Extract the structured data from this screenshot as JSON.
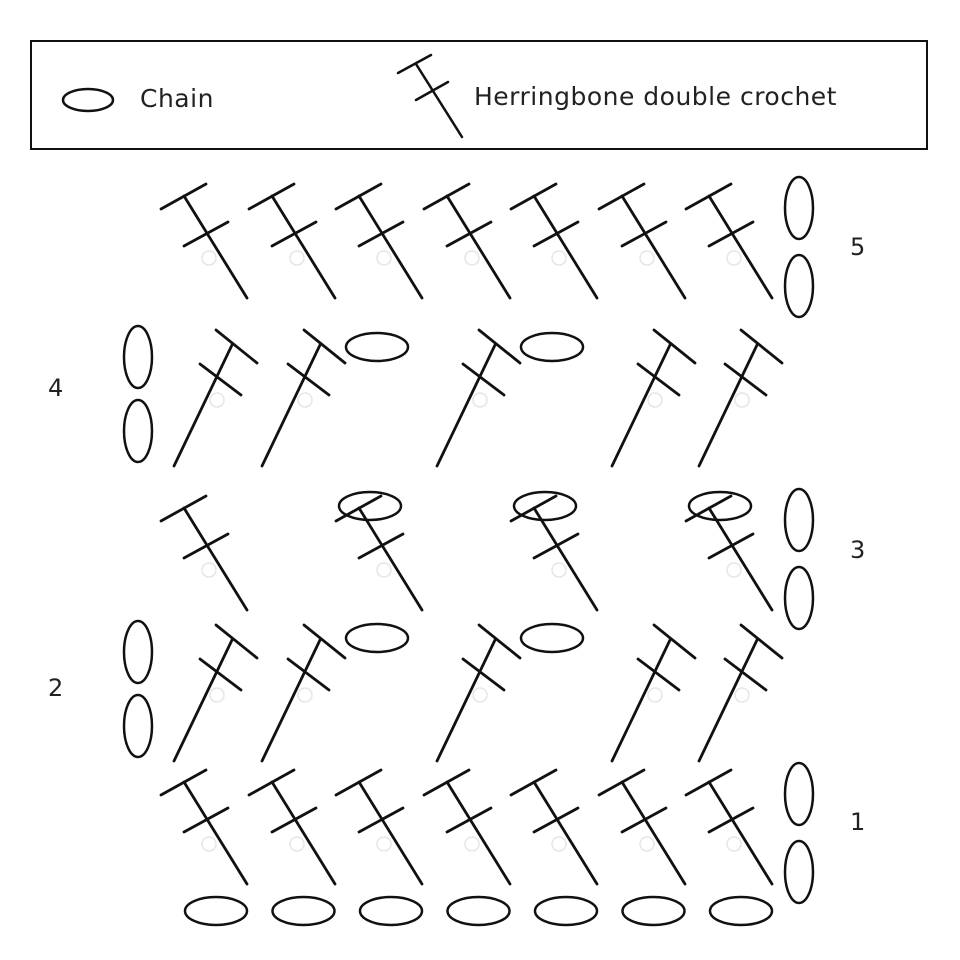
{
  "legend": {
    "items": [
      {
        "symbol": "chain-oval",
        "label": "Chain"
      },
      {
        "symbol": "herringbone-double-crochet",
        "label": "Herringbone double crochet"
      }
    ]
  },
  "rows": [
    {
      "number": "1",
      "label_side": "right",
      "turning_chains": 2,
      "stitches": [
        "hdc",
        "hdc",
        "hdc",
        "hdc",
        "hdc",
        "hdc",
        "hdc"
      ]
    },
    {
      "number": "2",
      "label_side": "left",
      "turning_chains": 2,
      "stitches": [
        "hdc",
        "hdc",
        "ch",
        "hdc",
        "ch",
        "hdc",
        "hdc"
      ]
    },
    {
      "number": "3",
      "label_side": "right",
      "turning_chains": 2,
      "stitches": [
        "hdc",
        "ch",
        "hdc",
        "ch",
        "hdc",
        "ch",
        "hdc"
      ]
    },
    {
      "number": "4",
      "label_side": "left",
      "turning_chains": 2,
      "stitches": [
        "hdc",
        "hdc",
        "ch",
        "hdc",
        "ch",
        "hdc",
        "hdc"
      ]
    },
    {
      "number": "5",
      "label_side": "right",
      "turning_chains": 2,
      "stitches": [
        "hdc",
        "hdc",
        "hdc",
        "hdc",
        "hdc",
        "hdc",
        "hdc"
      ]
    }
  ],
  "foundation_chain": {
    "count": 7
  },
  "colors": {
    "stroke": "#111111",
    "background": "#ffffff"
  }
}
